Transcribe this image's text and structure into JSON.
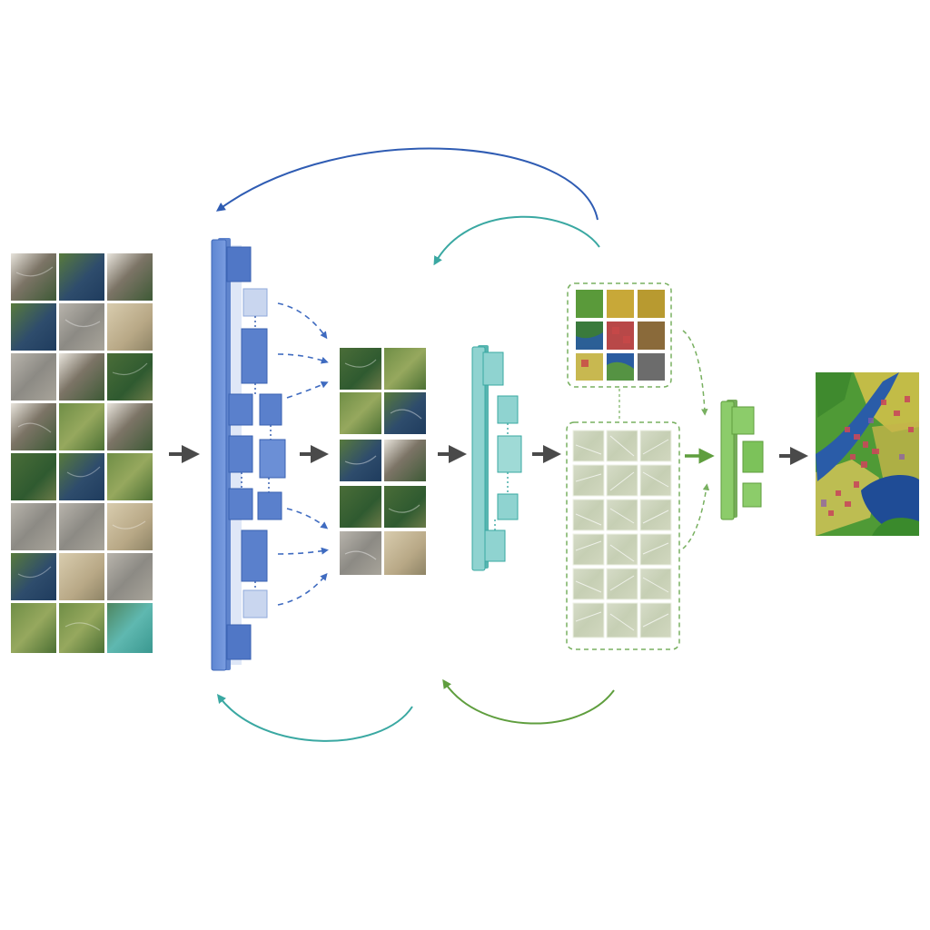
{
  "colors": {
    "background": "#ffffff",
    "blue": "#4f78c8",
    "blue_dark": "#2f5cb3",
    "teal": "#3aa8a2",
    "teal_fill": "#8fd3d0",
    "green": "#5f9e3e",
    "green_fill": "#8ccc6a",
    "arrow_gray": "#4a4a4a",
    "dash_green": "#78b060"
  },
  "diagram": {
    "stages": [
      {
        "id": "input-mosaic",
        "icon": "satellite-tile-grid-icon"
      },
      {
        "id": "encoder-stack",
        "icon": "blue-layer-stack-icon"
      },
      {
        "id": "intermediate-patches",
        "icon": "satellite-tile-grid-icon"
      },
      {
        "id": "teal-module",
        "icon": "teal-layer-stack-icon"
      },
      {
        "id": "classified-reference-tiles",
        "icon": "colored-tile-grid-icon"
      },
      {
        "id": "candidate-patch-grid",
        "icon": "pale-tile-grid-icon"
      },
      {
        "id": "green-module",
        "icon": "green-layer-stack-icon"
      },
      {
        "id": "output-map",
        "icon": "land-cover-map-icon"
      }
    ],
    "feedback_loops": [
      {
        "from": "classified-reference-tiles",
        "to": "encoder-stack",
        "color": "#2f5cb3"
      },
      {
        "from": "classified-reference-tiles",
        "to": "teal-module",
        "color": "#3aa8a2"
      },
      {
        "from": "intermediate-patches",
        "to": "encoder-stack",
        "color": "#3aa8a2"
      },
      {
        "from": "candidate-patch-grid",
        "to": "intermediate-patches",
        "color": "#5f9e3e"
      }
    ]
  }
}
